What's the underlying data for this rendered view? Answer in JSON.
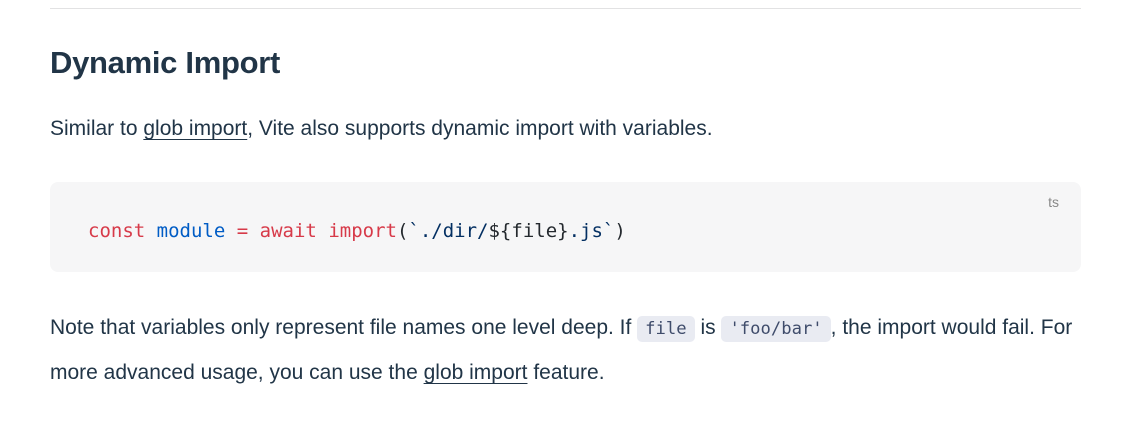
{
  "colors": {
    "text": "#213547",
    "link": "#213547",
    "divider": "#e2e2e3",
    "code_block_bg": "#f6f6f7",
    "code_lang_label": "#888888",
    "inline_code_bg": "#e9ebf2",
    "inline_code_text": "#3f4c6b",
    "syntax_keyword": "#d73a49",
    "syntax_variable": "#005cc5",
    "syntax_string": "#032f62",
    "syntax_plain": "#24292e"
  },
  "doc": {
    "heading": "Dynamic Import",
    "intro": {
      "before_link": "Similar to ",
      "link_label": "glob import",
      "after_link": ", Vite also supports dynamic import with variables."
    },
    "code_block": {
      "lang": "ts",
      "code_plain": "const module = await import(`./dir/${file}.js`)",
      "tokens": [
        {
          "text": "const",
          "color": "#d73a49"
        },
        {
          "text": " "
        },
        {
          "text": "module",
          "color": "#005cc5"
        },
        {
          "text": " "
        },
        {
          "text": "=",
          "color": "#d73a49"
        },
        {
          "text": " "
        },
        {
          "text": "await",
          "color": "#d73a49"
        },
        {
          "text": " "
        },
        {
          "text": "import",
          "color": "#d73a49"
        },
        {
          "text": "(",
          "color": "#24292e"
        },
        {
          "text": "`./dir/",
          "color": "#032f62"
        },
        {
          "text": "${",
          "color": "#24292e"
        },
        {
          "text": "file",
          "color": "#24292e"
        },
        {
          "text": "}",
          "color": "#24292e"
        },
        {
          "text": ".js`",
          "color": "#032f62"
        },
        {
          "text": ")",
          "color": "#24292e"
        }
      ]
    },
    "note": {
      "part1": "Note that variables only represent file names one level deep. If ",
      "code1": "file",
      "part2": " is ",
      "code2": "'foo/bar'",
      "part3": ", the import would fail. For more advanced usage, you can use the ",
      "link_label": "glob import",
      "part4": " feature."
    }
  }
}
